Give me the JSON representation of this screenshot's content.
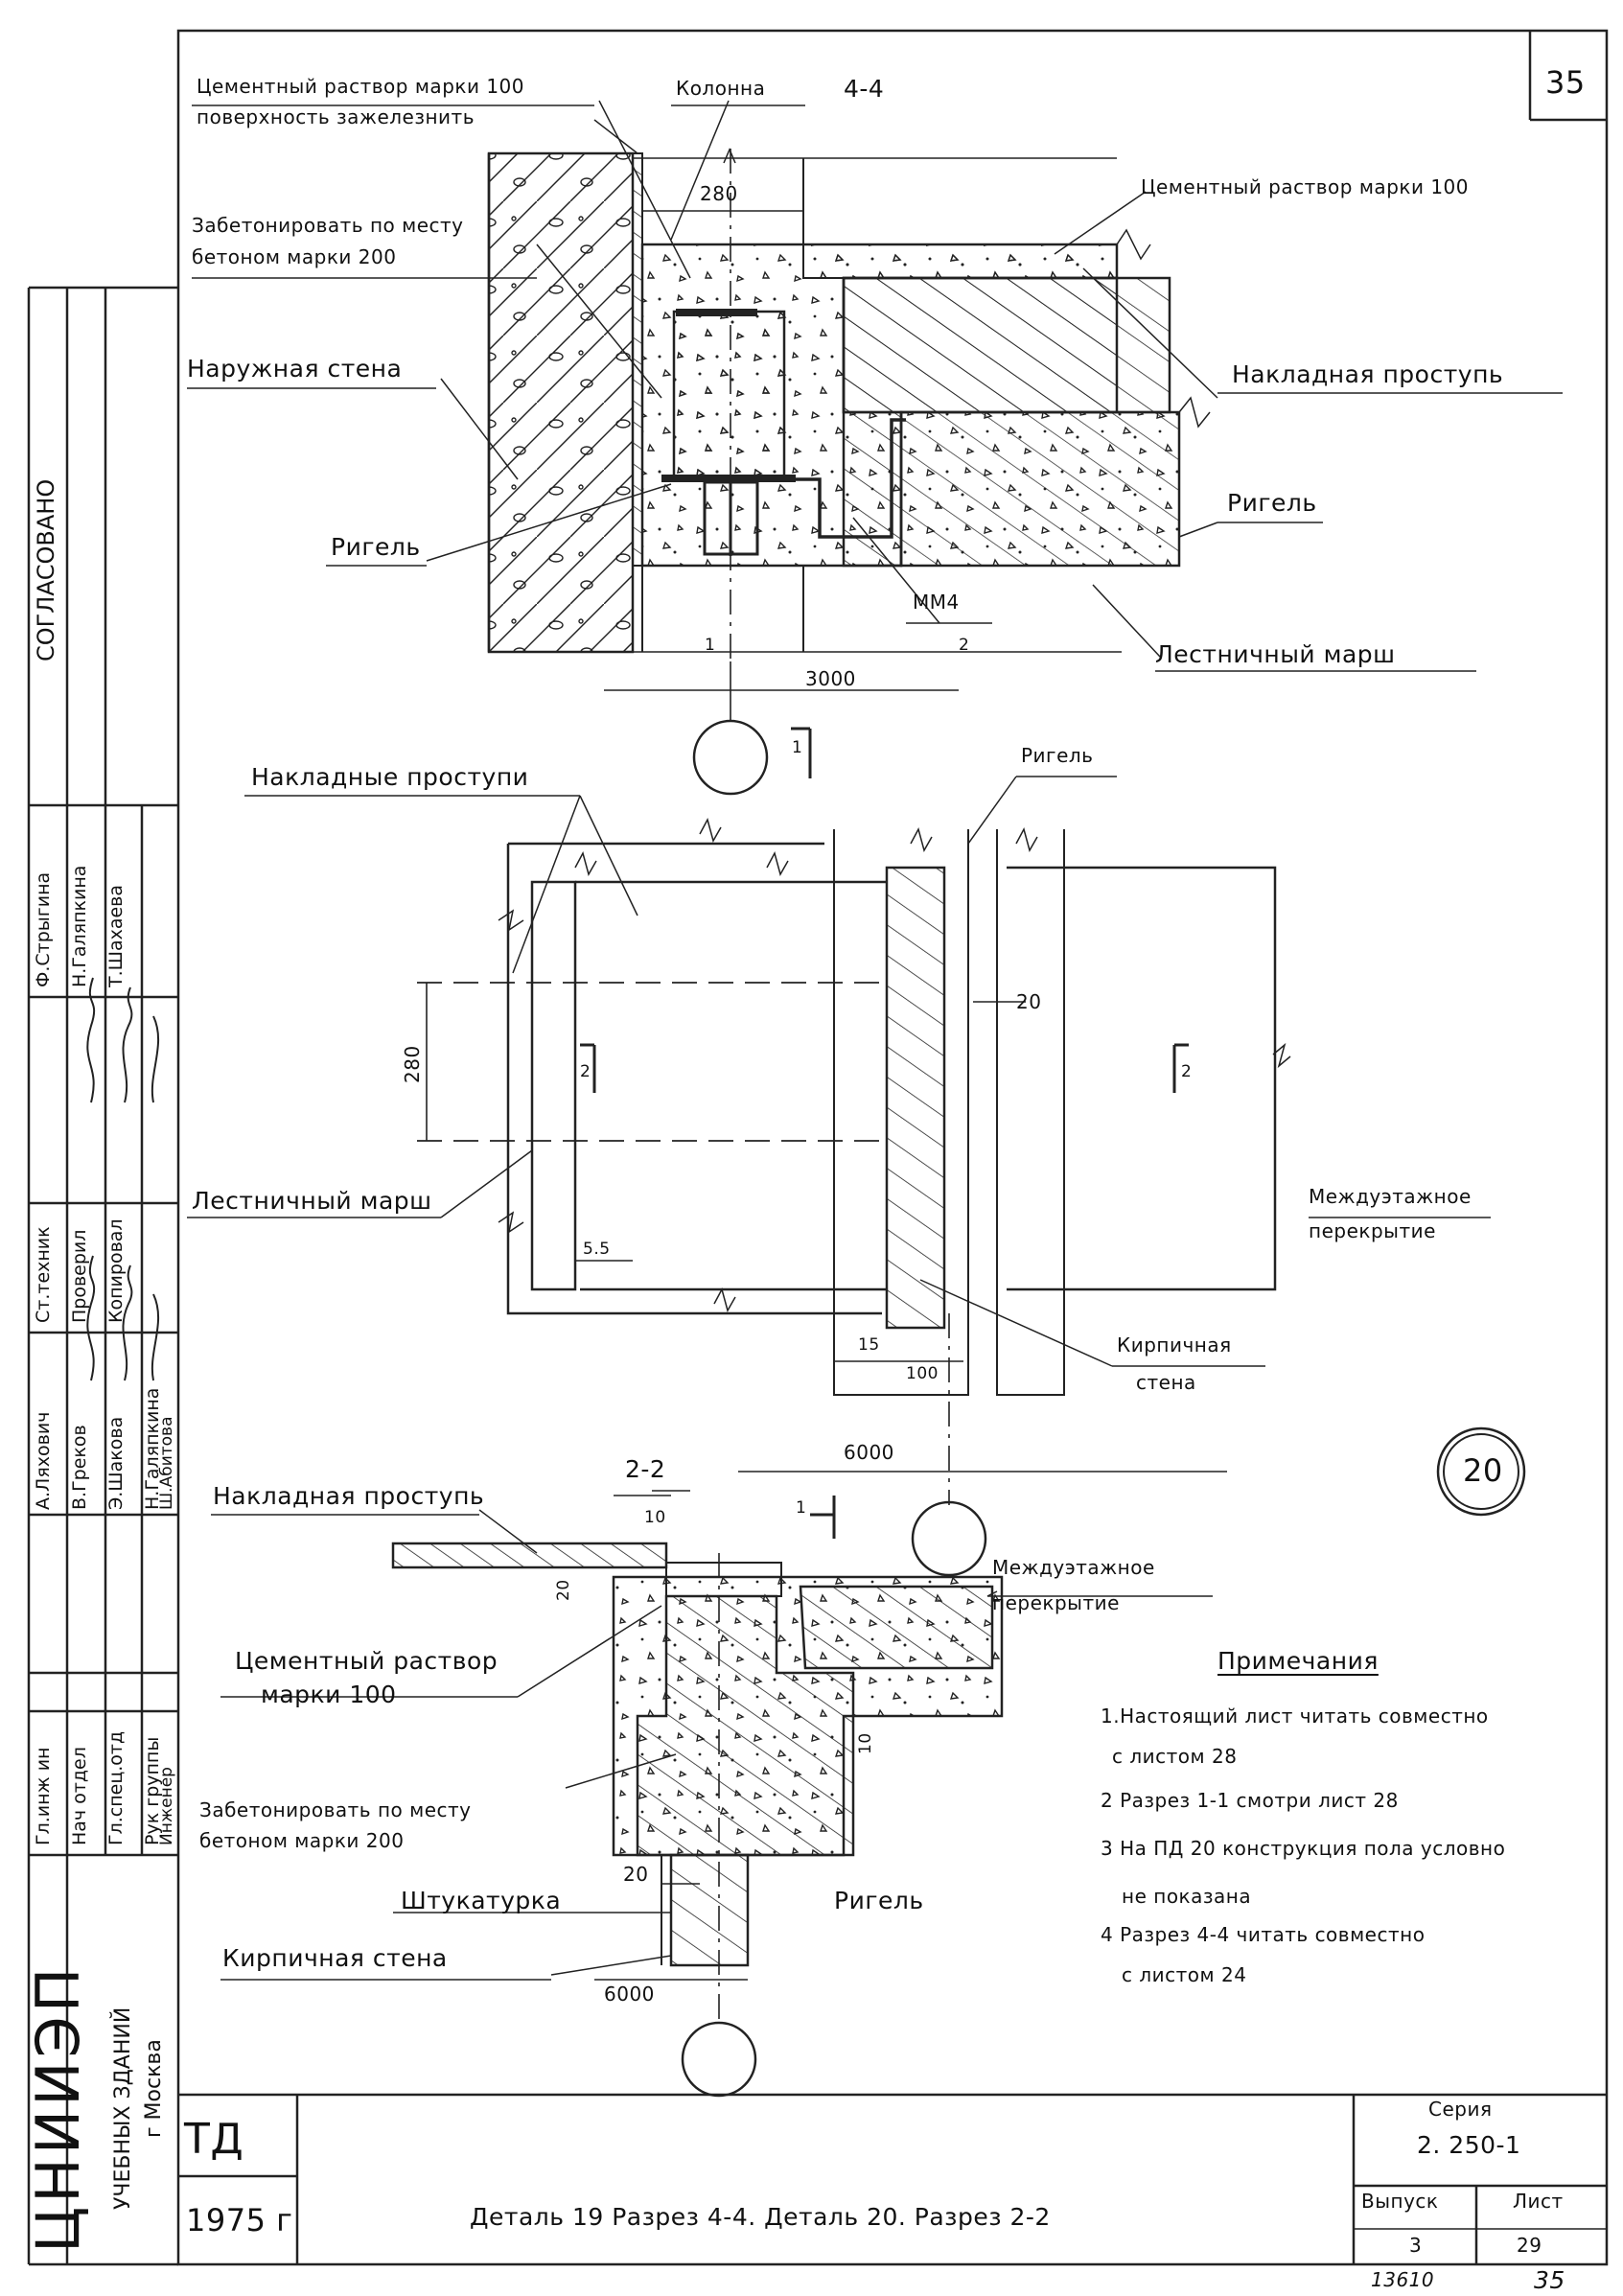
{
  "sheet": {
    "page_number": "35",
    "org": "ЦНИИЭП",
    "org_sub1": "УЧЕБНЫХ  ЗДАНИЙ",
    "org_sub2": "г Москва",
    "td": "ТД",
    "year": "1975 г",
    "title": "Деталь 19 Разрез 4-4. Деталь 20. Разрез 2-2",
    "series_label": "Серия",
    "series_value": "2. 250-1",
    "issue_label": "Выпуск",
    "issue_value": "3",
    "sheet_label": "Лист",
    "sheet_value": "29",
    "stamp_left": "13610",
    "stamp_right": "35",
    "agreed": "СОГЛАСОВАНО"
  },
  "sidebar": {
    "roles_left": [
      "Гл.инж ин",
      "Нач отдел",
      "Гл.спец.отд",
      "Рук группы",
      "Инженер"
    ],
    "names_left": [
      "А.Ляхович",
      "В.Греков",
      "Э.Шакова",
      "Н.Галяпкина",
      "Ш.Абитова"
    ],
    "roles_right": [
      "Ст.техник",
      "Проверил",
      "Копировал"
    ],
    "names_right": [
      "Ф.Стрыгина",
      "Н.Галяпкина",
      "Т.Шахаева"
    ]
  },
  "detail19": {
    "section": "4-4",
    "label_column": "Колонна",
    "label_mortar": "Цементный раствор марки 100",
    "label_surface": "поверхность зажелезнить",
    "label_concrete1": "Забетонировать по месту",
    "label_concrete2": "бетоном марки 200",
    "label_outer_wall": "Наружная стена",
    "label_beam_left": "Ригель",
    "label_mortar_right": "Цементный раствор марки 100",
    "label_overlay_tread": "Накладная проступь",
    "label_beam_right": "Ригель",
    "label_mm4": "ММ4",
    "label_stair_flight": "Лестничный марш",
    "dim_280": "280",
    "dim_3000": "3000",
    "axis_1": "1",
    "axis_2": "2"
  },
  "plan": {
    "label_treads": "Накладные проступи",
    "label_beam": "Ригель",
    "label_flight": "Лестничный марш",
    "label_floor1": "Междуэтажное",
    "label_floor2": "перекрытие",
    "label_brick1": "Кирпичная",
    "label_brick2": "стена",
    "dim_280": "280",
    "dim_20": "20",
    "dim_55": "5.5",
    "dim_15": "15",
    "dim_100": "100",
    "dim_6000": "6000",
    "cut_2": "2",
    "cut_1": "1"
  },
  "detail20": {
    "number": "20",
    "section": "2-2",
    "label_tread": "Накладная проступь",
    "label_mortar1": "Цементный раствор",
    "label_mortar2": "марки 100",
    "label_concrete1": "Забетонировать по месту",
    "label_concrete2": "бетоном марки 200",
    "label_plaster": "Штукатурка",
    "label_brick": "Кирпичная стена",
    "label_beam": "Ригель",
    "label_floor1": "Междуэтажное",
    "label_floor2": "перекрытие",
    "dim_10a": "10",
    "dim_20a": "20",
    "dim_10b": "10",
    "dim_20b": "20",
    "dim_6000": "6000",
    "cut_1": "1"
  },
  "notes": {
    "title": "Примечания",
    "n1a": "1.Настоящий лист читать совместно",
    "n1b": "с листом 28",
    "n2": "2 Разрез 1-1 смотри лист 28",
    "n3a": "3 На ПД 20 конструкция  пола условно",
    "n3b": "не показана",
    "n4a": "4 Разрез 4-4  читать совместно",
    "n4b": "с листом 24"
  }
}
